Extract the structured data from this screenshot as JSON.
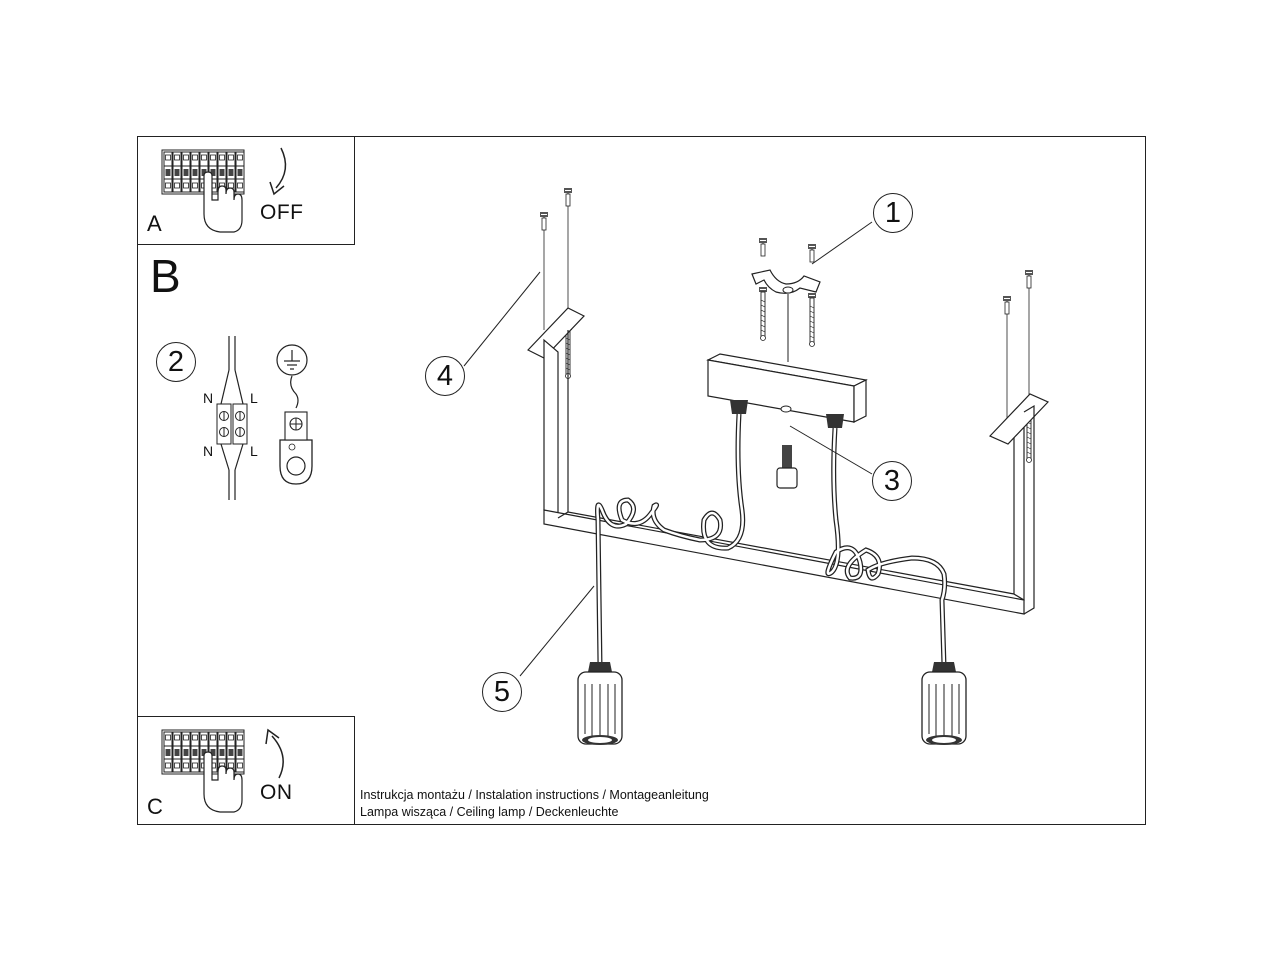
{
  "panels": {
    "a": {
      "letter": "A",
      "state": "OFF"
    },
    "b": {
      "letter": "B"
    },
    "c": {
      "letter": "C",
      "state": "ON"
    }
  },
  "wiring": {
    "step": "2",
    "neutral_top": "N",
    "live_top": "L",
    "neutral_bottom": "N",
    "live_bottom": "L",
    "ground_icon": "earth-ground-icon"
  },
  "callouts": [
    "1",
    "2",
    "3",
    "4",
    "5"
  ],
  "captions": {
    "line1": "Instrukcja montażu / Instalation instructions / Montageanleitung",
    "line2": "Lampa wisząca / Ceiling lamp / Deckenleuchte"
  }
}
